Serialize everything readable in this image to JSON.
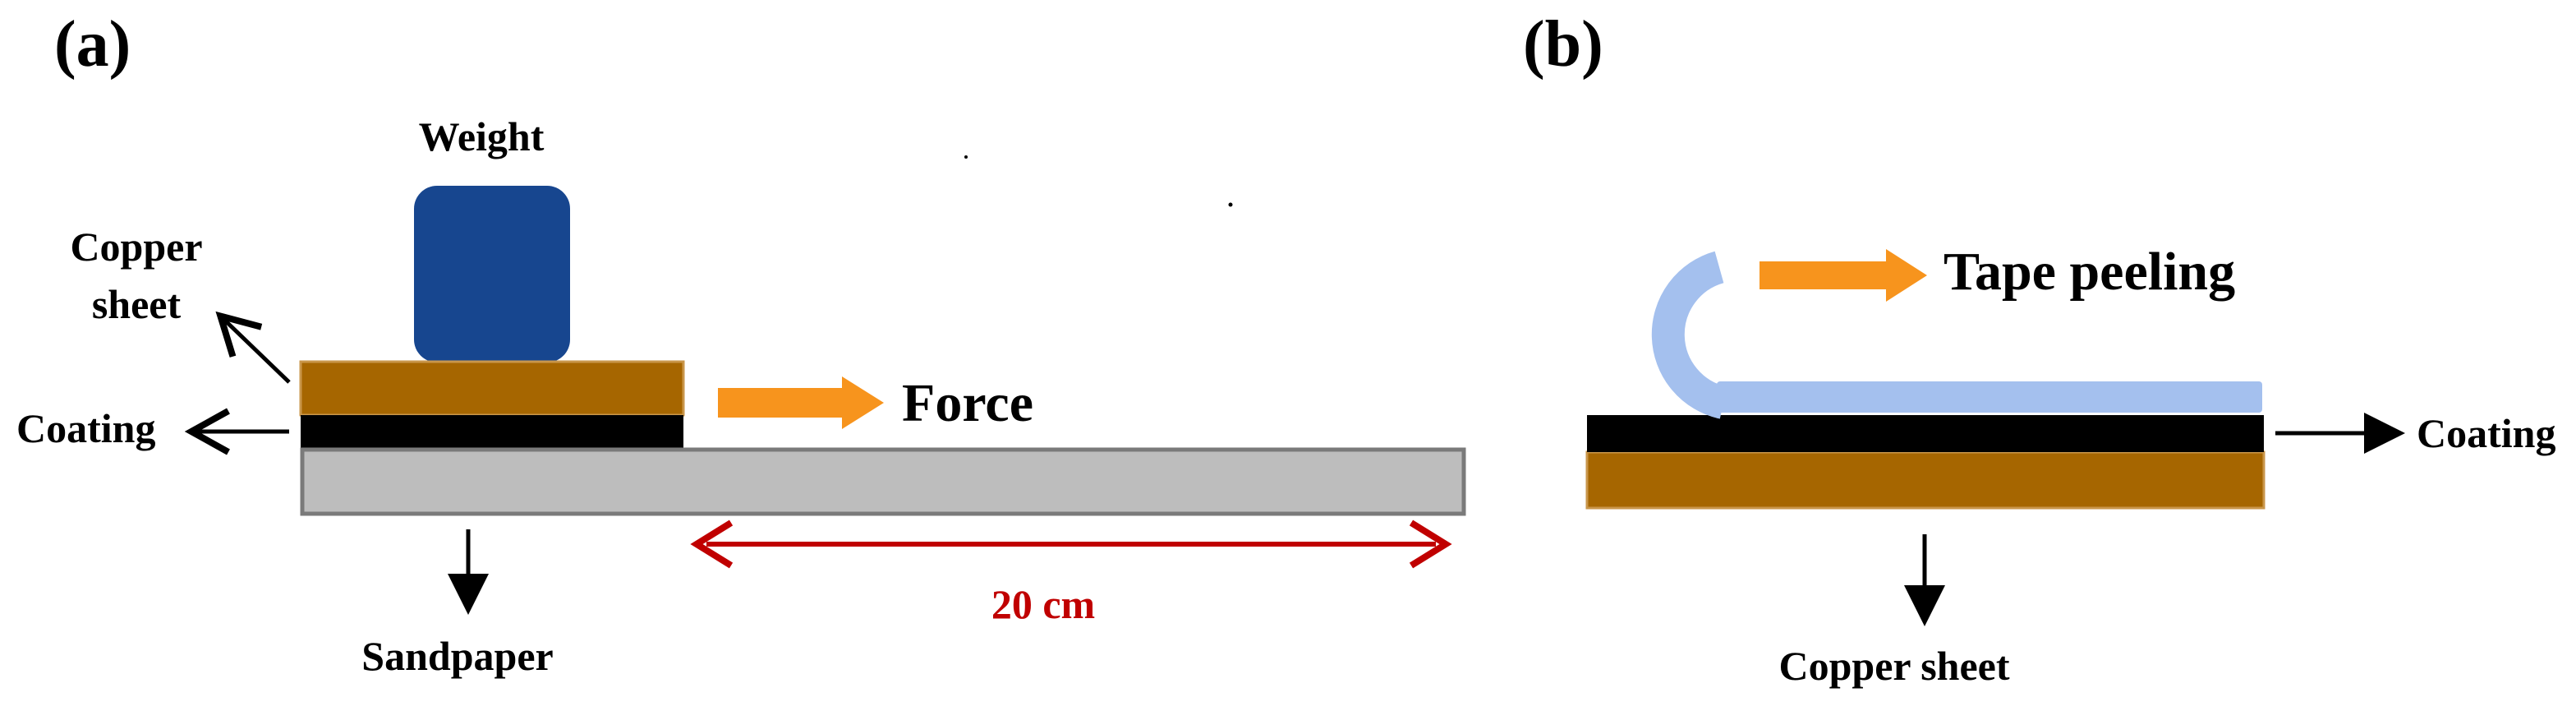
{
  "panel_a": {
    "label": "(a)",
    "weight_label": "Weight",
    "copper_label_line1": "Copper",
    "copper_label_line2": "sheet",
    "coating_label": "Coating",
    "force_label": "Force",
    "sandpaper_label": "Sandpaper",
    "distance_label": "20 cm"
  },
  "panel_b": {
    "label": "(b)",
    "tape_label": "Tape peeling",
    "coating_label": "Coating",
    "copper_label": "Copper sheet"
  },
  "colors": {
    "weight": "#17468f",
    "copper": "#a66600",
    "copper_border": "#c9964a",
    "coating": "#000000",
    "sandpaper": "#bdbdbd",
    "sandpaper_border": "#7a7a7a",
    "arrow_orange": "#f7941d",
    "arrow_red": "#c00000",
    "tape": "#a4c0ee"
  }
}
